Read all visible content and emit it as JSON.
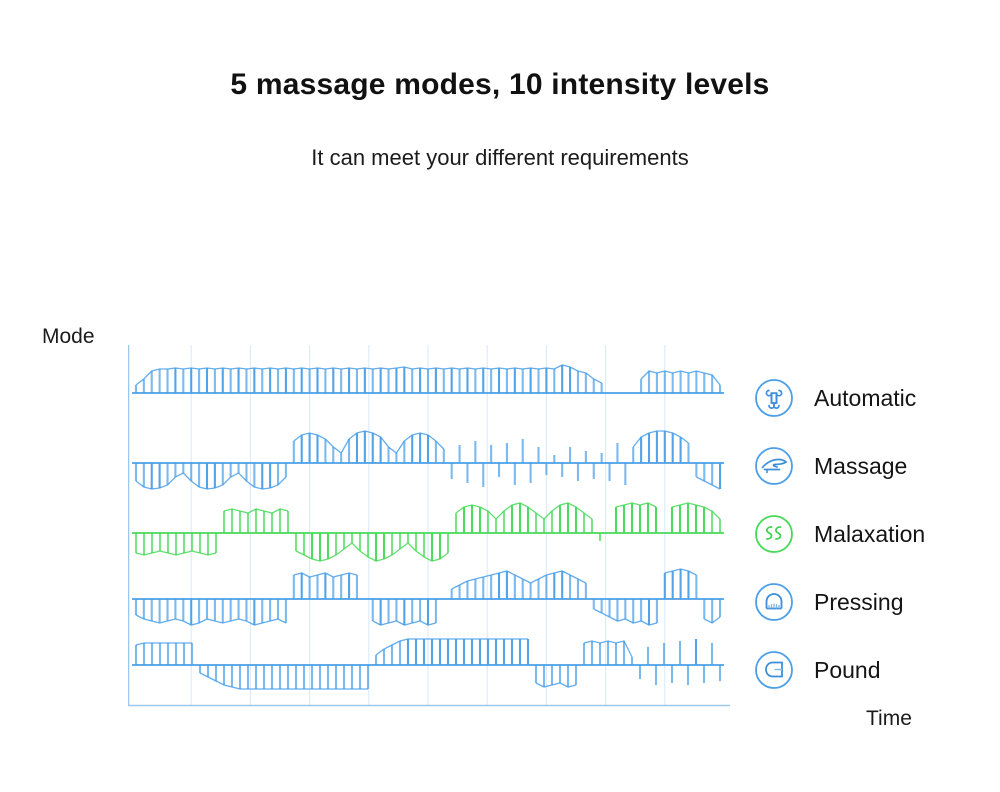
{
  "header": {
    "title": "5 massage modes, 10 intensity levels",
    "subtitle": "It can meet your different requirements"
  },
  "axes": {
    "y_label": "Mode",
    "x_label": "Time"
  },
  "colors": {
    "blue": "#4a9fe8",
    "blue_dark": "#2f86d6",
    "green": "#46d958",
    "grid": "#d7e8f7",
    "axis": "#9cc8ec",
    "text": "#141414"
  },
  "legend": {
    "items": [
      {
        "label": "Automatic",
        "icon": "command-loop-icon",
        "color": "#4a9fe8"
      },
      {
        "label": "Massage",
        "icon": "hand-palm-icon",
        "color": "#4a9fe8"
      },
      {
        "label": "Malaxation",
        "icon": "knead-swirl-icon",
        "color": "#46d958"
      },
      {
        "label": "Pressing",
        "icon": "press-fist-icon",
        "color": "#4a9fe8"
      },
      {
        "label": "Pound",
        "icon": "pound-fist-icon",
        "color": "#4a9fe8"
      }
    ]
  },
  "chart_data": {
    "type": "line",
    "title": "5 massage modes, 10 intensity levels",
    "xlabel": "Time",
    "ylabel": "Mode",
    "grid": true,
    "legend_position": "right",
    "xlim": [
      0,
      600
    ],
    "gridlines_x": [
      60,
      120,
      180,
      240,
      300,
      360,
      420,
      480,
      540
    ],
    "series": [
      {
        "name": "Automatic",
        "color": "#4a9fe8",
        "baseline_y": 48,
        "description": "dense uniform vertical pulse ticks along baseline, brief gap near end",
        "values": [
          8,
          14,
          22,
          24,
          24,
          25,
          24,
          25,
          24,
          25,
          24,
          25,
          24,
          25,
          24,
          25,
          24,
          25,
          24,
          25,
          24,
          25,
          24,
          25,
          24,
          25,
          24,
          25,
          24,
          25,
          24,
          25,
          24,
          25,
          26,
          24,
          25,
          24,
          25,
          24,
          25,
          24,
          25,
          24,
          25,
          24,
          25,
          24,
          25,
          24,
          25,
          24,
          25,
          24,
          28,
          26,
          22,
          20,
          14,
          10,
          0,
          0,
          0,
          0,
          14,
          22,
          20,
          22,
          20,
          22,
          20,
          22,
          20,
          18,
          8
        ]
      },
      {
        "name": "Massage",
        "color": "#4a9fe8",
        "baseline_y": 118,
        "description": "hatched rounded arches below then above baseline, tick clusters, solid block at end",
        "values": [
          -18,
          -24,
          -26,
          -25,
          -22,
          -14,
          -10,
          -18,
          -24,
          -26,
          -25,
          -22,
          -14,
          -10,
          -18,
          -24,
          -26,
          -25,
          -22,
          -14,
          22,
          28,
          30,
          28,
          24,
          16,
          10,
          24,
          30,
          32,
          30,
          26,
          16,
          10,
          22,
          28,
          30,
          28,
          22,
          14,
          -16,
          18,
          -20,
          22,
          -24,
          18,
          -14,
          20,
          -22,
          24,
          -20,
          16,
          -12,
          8,
          -14,
          16,
          -18,
          12,
          -16,
          10,
          -18,
          20,
          -22,
          16,
          26,
          30,
          32,
          32,
          30,
          26,
          20,
          -14,
          -18,
          -22,
          -26
        ]
      },
      {
        "name": "Malaxation",
        "color": "#46d958",
        "baseline_y": 188,
        "description": "green leaf spikes below then above, hatched arches, dense tick bursts at right",
        "values": [
          -20,
          -22,
          -20,
          -18,
          -20,
          -22,
          -20,
          -18,
          -20,
          -22,
          -20,
          22,
          24,
          22,
          20,
          24,
          22,
          20,
          24,
          22,
          -18,
          -22,
          -26,
          -28,
          -26,
          -22,
          -16,
          -10,
          -18,
          -24,
          -28,
          -26,
          -22,
          -16,
          -10,
          -18,
          -24,
          -28,
          -26,
          -20,
          20,
          26,
          28,
          26,
          22,
          14,
          22,
          28,
          30,
          26,
          20,
          14,
          22,
          28,
          30,
          26,
          20,
          14,
          -8,
          0,
          26,
          28,
          30,
          28,
          30,
          26,
          0,
          26,
          28,
          30,
          28,
          26,
          22,
          14
        ]
      },
      {
        "name": "Pressing",
        "color": "#4a9fe8",
        "baseline_y": 254,
        "description": "downward tick bands, tent spikes above, inverted tents below, rising tick ramps",
        "values": [
          -16,
          -20,
          -22,
          -24,
          -22,
          -20,
          -22,
          -26,
          -24,
          -20,
          -22,
          -24,
          -22,
          -20,
          -22,
          -26,
          -24,
          -22,
          -20,
          -24,
          24,
          26,
          22,
          24,
          26,
          22,
          24,
          26,
          24,
          0,
          -22,
          -26,
          -24,
          -22,
          -26,
          -24,
          -22,
          -26,
          -24,
          0,
          10,
          14,
          18,
          20,
          22,
          24,
          26,
          28,
          24,
          20,
          16,
          20,
          24,
          26,
          28,
          24,
          20,
          16,
          -10,
          -14,
          -18,
          -22,
          -20,
          -24,
          -22,
          -26,
          -24,
          26,
          28,
          30,
          28,
          24,
          -20,
          -24,
          -18
        ]
      },
      {
        "name": "Pound",
        "color": "#4a9fe8",
        "baseline_y": 320,
        "description": "stepped descending tick envelope below, rising block above, tents and sparse long ticks",
        "values": [
          20,
          22,
          22,
          22,
          22,
          22,
          22,
          22,
          -8,
          -12,
          -16,
          -20,
          -22,
          -24,
          -24,
          -24,
          -24,
          -24,
          -24,
          -24,
          -24,
          -24,
          -24,
          -24,
          -24,
          -24,
          -24,
          -24,
          -24,
          -24,
          10,
          16,
          20,
          24,
          26,
          26,
          26,
          26,
          26,
          26,
          26,
          26,
          26,
          26,
          26,
          26,
          26,
          26,
          26,
          26,
          -18,
          -22,
          -20,
          -18,
          -22,
          -20,
          22,
          24,
          22,
          24,
          22,
          24,
          8,
          -14,
          18,
          -20,
          22,
          -18,
          24,
          -20,
          26,
          -18,
          22,
          -16
        ]
      }
    ]
  }
}
